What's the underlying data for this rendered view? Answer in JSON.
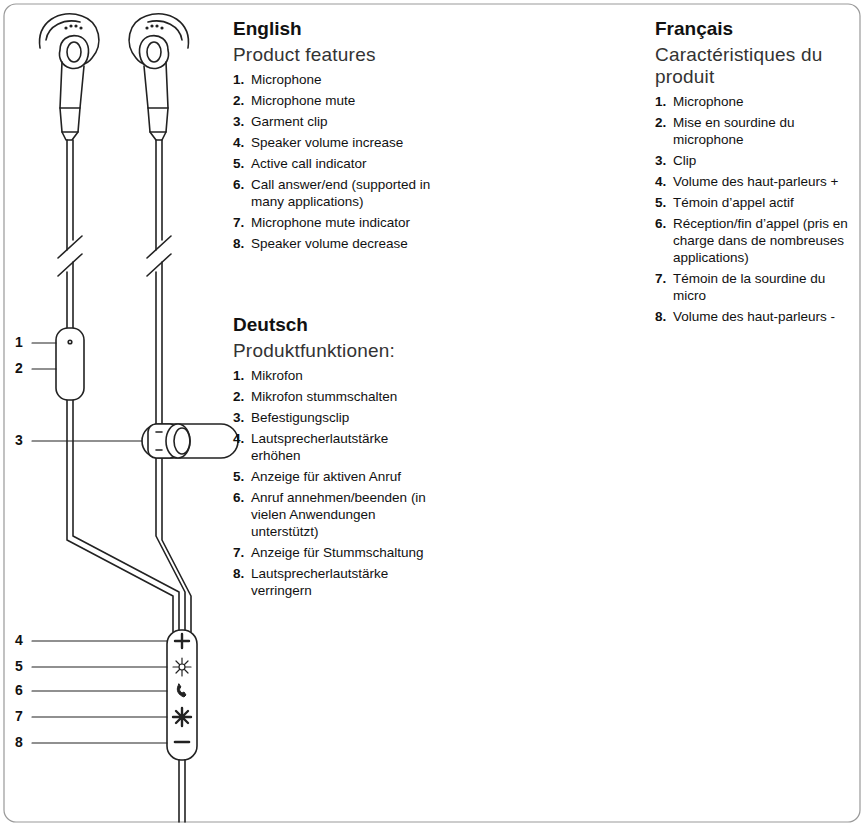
{
  "diagram": {
    "labels": [
      "1",
      "2",
      "3",
      "4",
      "5",
      "6",
      "7",
      "8",
      "English",
      "Product features",
      "1.",
      "Microphone",
      "2.",
      "Microphone mute",
      "3.",
      "Garment clip",
      "4.",
      "Speaker volume increase",
      "5.",
      "Active call indicator",
      "6.",
      "Call answer/end (supported in many applications)",
      "7.",
      "Microphone mute indicator",
      "8.",
      "Speaker volume decrease",
      "Deutsch",
      "Produktfunktionen:",
      "1.",
      "Mikrofon",
      "2.",
      "Mikrofon stummschalten",
      "3.",
      "Befestigungsclip",
      "4.",
      "Lautsprecherlautstärke erhöhen",
      "5.",
      "Anzeige für aktiven Anruf",
      "6.",
      "Anruf annehmen/beenden (in vielen Anwendungen unterstützt)",
      "7.",
      "Anzeige für Stummschaltung",
      "8.",
      "Lautsprecherlautstärke verringern",
      "Français",
      "Caractéristiques du produit",
      "1.",
      "Microphone",
      "2.",
      "Mise en sourdine du microphone",
      "3.",
      "Clip",
      "4.",
      "Volume des haut-parleurs +",
      "5.",
      "Témoin d’appel actif",
      "6.",
      "Réception/fin d’appel (pris en charge dans de nombreuses applications)",
      "7.",
      "Témoin de la sourdine du micro",
      "8.",
      "Volume des haut-parleurs -"
    ]
  }
}
